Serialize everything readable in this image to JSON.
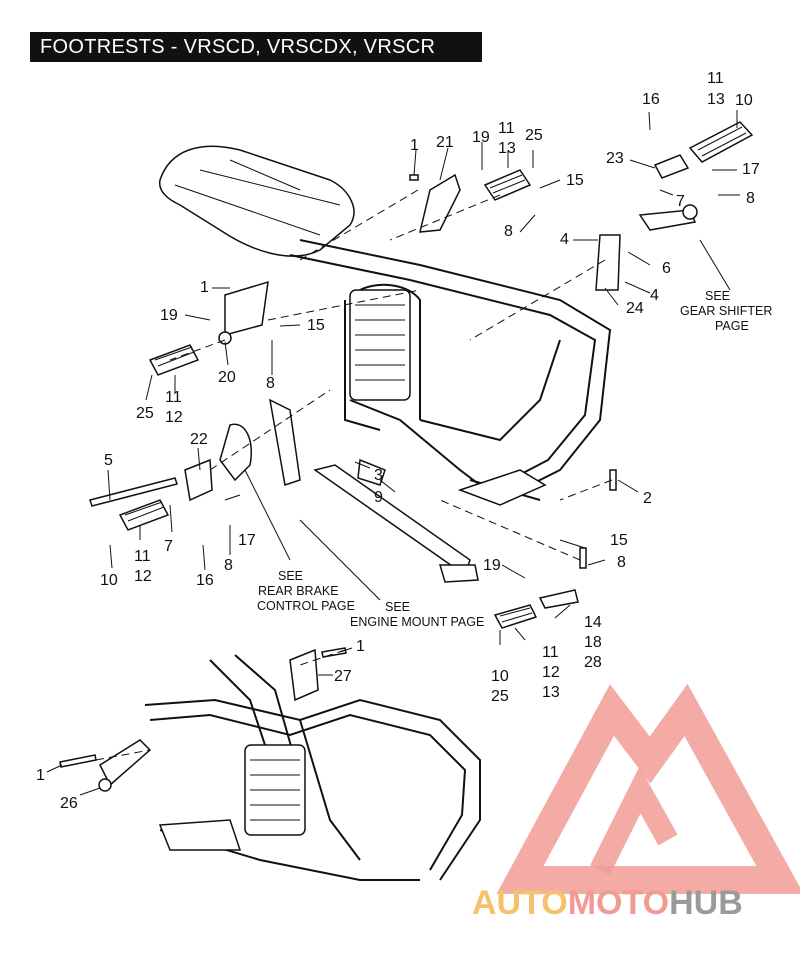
{
  "title": "FOOTRESTS - VRSCD, VRSCDX, VRSCR",
  "notes": {
    "gear_shifter": [
      "SEE",
      "GEAR SHIFTER",
      "PAGE"
    ],
    "rear_brake": [
      "SEE",
      "REAR BRAKE",
      "CONTROL PAGE"
    ],
    "engine_mount": [
      "SEE",
      "ENGINE MOUNT PAGE"
    ]
  },
  "callouts": {
    "c_11a": "11",
    "c_13a": "13",
    "c_16a": "16",
    "c_10a": "10",
    "c_23": "23",
    "c_17a": "17",
    "c_7a": "7",
    "c_8a": "8",
    "c_1a": "1",
    "c_21": "21",
    "c_19a": "19",
    "c_11b": "11",
    "c_13b": "13",
    "c_25a": "25",
    "c_15a": "15",
    "c_8b": "8",
    "c_4a": "4",
    "c_6": "6",
    "c_4b": "4",
    "c_24": "24",
    "c_1b": "1",
    "c_19b": "19",
    "c_15b": "15",
    "c_20": "20",
    "c_8c": "8",
    "c_25b": "25",
    "c_11c": "11",
    "c_12a": "12",
    "c_22": "22",
    "c_5": "5",
    "c_3": "3",
    "c_9": "9",
    "c_2": "2",
    "c_7b": "7",
    "c_11d": "11",
    "c_12b": "12",
    "c_10b": "10",
    "c_16b": "16",
    "c_17b": "17",
    "c_8d": "8",
    "c_15c": "15",
    "c_8e": "8",
    "c_19c": "19",
    "c_14": "14",
    "c_18": "18",
    "c_28": "28",
    "c_11e": "11",
    "c_12c": "12",
    "c_13c": "13",
    "c_10c": "10",
    "c_25c": "25",
    "c_1c": "1",
    "c_27": "27",
    "c_1d": "1",
    "c_26": "26"
  },
  "watermark": {
    "part1": "AUTO",
    "part2": "MOTO",
    "part3": "HUB",
    "color1": "#f5c26b",
    "color2": "#f29b95",
    "color3": "#9a9a9a",
    "logo_color": "#f29b95",
    "icon": "triangle-m-logo"
  }
}
